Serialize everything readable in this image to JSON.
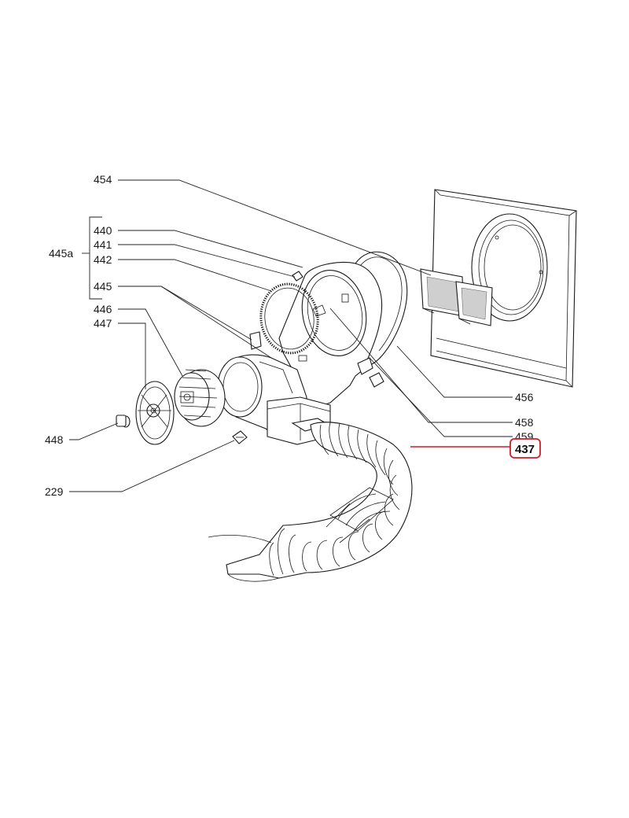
{
  "diagram": {
    "labels": {
      "p454": "454",
      "p440": "440",
      "p441": "441",
      "p442": "442",
      "p445a": "445a",
      "p445": "445",
      "p446": "446",
      "p447": "447",
      "p448": "448",
      "p229": "229",
      "p456": "456",
      "p458": "458",
      "p459": "459",
      "p437": "437"
    },
    "highlighted_part": "437",
    "highlight_color": "#cc1f2b"
  }
}
